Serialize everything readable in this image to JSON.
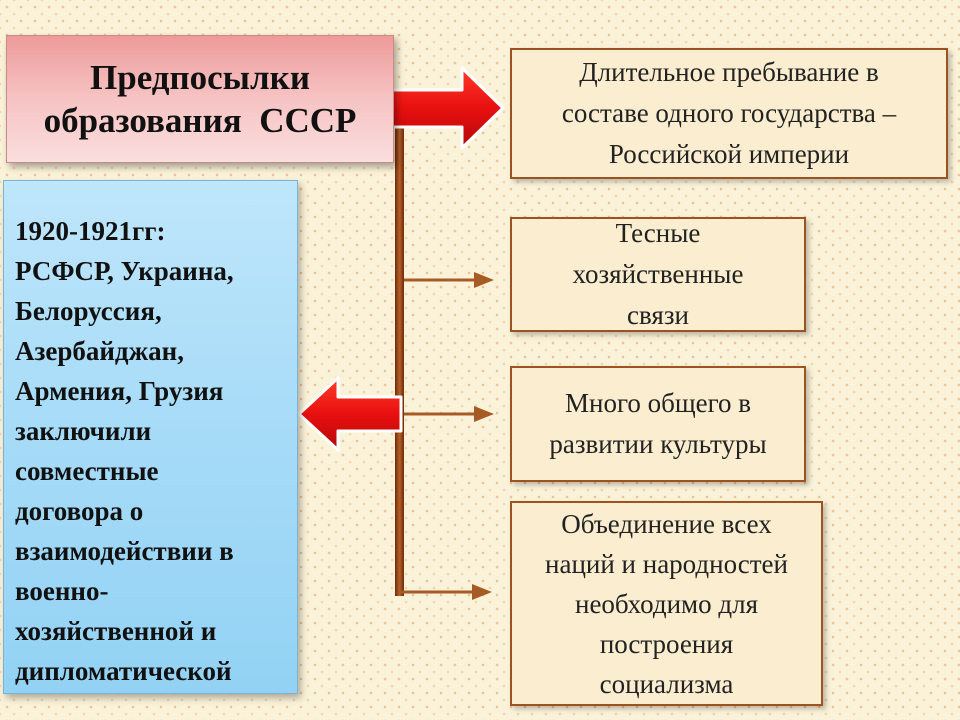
{
  "title": {
    "lines": [
      "Предпосылки",
      "образования  СССР"
    ]
  },
  "left_box": {
    "lines": [
      "1920-1921гг:",
      "РСФСР, Украина,",
      "Белоруссия,",
      "Азербайджан,",
      "Армения, Грузия",
      "заключили",
      "совместные",
      "договора о",
      "взаимодействии в",
      "военно-",
      "хозяйственной и",
      "дипломатической"
    ]
  },
  "prerequisites": [
    {
      "lines": [
        "Длительное пребывание в",
        "составе одного государства –",
        "Российской империи"
      ]
    },
    {
      "lines": [
        "Тесные",
        "хозяйственные",
        "связи"
      ]
    },
    {
      "lines": [
        "Много общего в",
        "развитии культуры"
      ]
    },
    {
      "lines": [
        "Объединение всех",
        "наций и народностей",
        "необходимо для",
        "построения",
        "социализма"
      ]
    }
  ],
  "colors": {
    "title_fill": "#f6c2c2",
    "left_fill": "#a8dcf8",
    "box_fill": "#fbeed0",
    "box_border": "#9b5421",
    "trunk": "#8a3a10",
    "thin_arrow": "#a85a25",
    "big_arrow": "#e01515"
  }
}
